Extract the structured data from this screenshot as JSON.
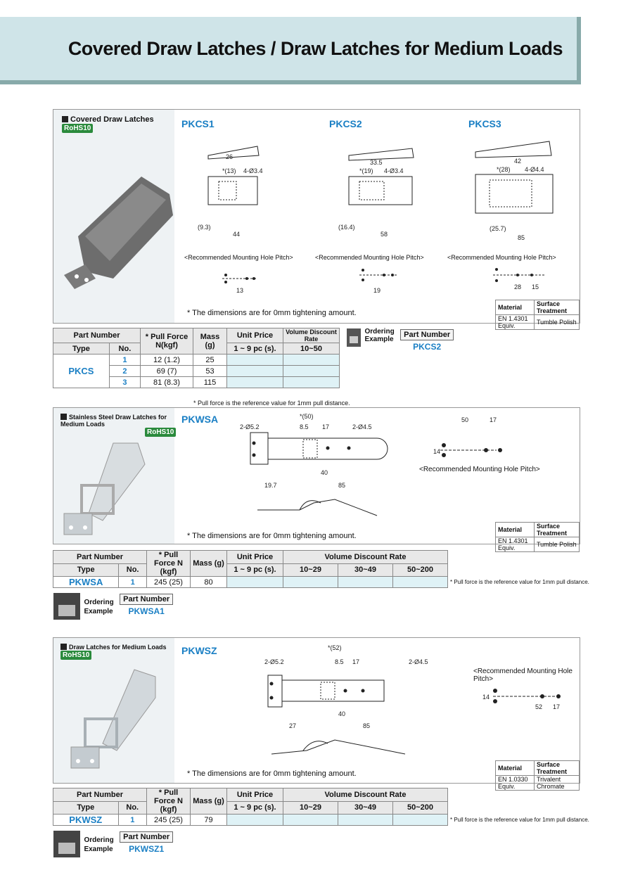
{
  "title": "Covered Draw Latches / Draw Latches for Medium Loads",
  "sections": {
    "pkcs": {
      "heading": "Covered Draw Latches",
      "rohs": "RoHS10",
      "models": [
        "PKCS1",
        "PKCS2",
        "PKCS3"
      ],
      "hole_pitch_label": "<Recommended Mounting Hole Pitch>",
      "note": "* The dimensions are for 0mm tightening amount.",
      "material_label": "Material",
      "surface_label": "Surface Treatment",
      "material_value": "EN 1.4301 Equiv.",
      "surface_value": "Tumble Polish",
      "table": {
        "h_part_number": "Part Number",
        "h_type": "Type",
        "h_no": "No.",
        "h_pull": "* Pull Force N(kgf)",
        "h_mass": "Mass (g)",
        "h_unit_price": "Unit Price",
        "h_qty": "1 ~ 9 pc (s).",
        "h_discount": "Volume Discount Rate",
        "h_range": "10~50",
        "type": "PKCS",
        "rows": [
          {
            "no": "1",
            "pull": "12 (1.2)",
            "mass": "25"
          },
          {
            "no": "2",
            "pull": "69 (7)",
            "mass": "53"
          },
          {
            "no": "3",
            "pull": "81 (8.3)",
            "mass": "115"
          }
        ],
        "footnote": "* Pull force is the reference value for 1mm pull distance."
      },
      "ordering": {
        "label1": "Ordering",
        "label2": "Example",
        "pn_label": "Part Number",
        "pn": "PKCS2"
      }
    },
    "pkwsa": {
      "heading": "Stainless Steel Draw Latches for Medium Loads",
      "rohs": "RoHS10",
      "model": "PKWSA",
      "hole_pitch_label": "<Recommended Mounting Hole Pitch>",
      "note": "* The dimensions are for 0mm tightening amount.",
      "material_label": "Material",
      "surface_label": "Surface Treatment",
      "material_value": "EN 1.4301 Equiv.",
      "surface_value": "Tumble Polish",
      "table": {
        "h_part_number": "Part Number",
        "h_type": "Type",
        "h_no": "No.",
        "h_pull": "* Pull Force N (kgf)",
        "h_mass": "Mass (g)",
        "h_unit_price": "Unit Price",
        "h_qty": "1 ~ 9 pc (s).",
        "h_discount": "Volume Discount Rate",
        "h_ranges": [
          "10~29",
          "30~49",
          "50~200"
        ],
        "type": "PKWSA",
        "no": "1",
        "pull": "245 (25)",
        "mass": "80",
        "footnote": "* Pull force is the reference value for 1mm pull distance."
      },
      "ordering": {
        "label1": "Ordering",
        "label2": "Example",
        "pn_label": "Part Number",
        "pn": "PKWSA1"
      }
    },
    "pkwsz": {
      "heading": "Draw Latches for Medium Loads",
      "rohs": "RoHS10",
      "model": "PKWSZ",
      "hole_pitch_label": "<Recommended Mounting Hole Pitch>",
      "note": "* The dimensions are for 0mm tightening amount.",
      "material_label": "Material",
      "surface_label": "Surface Treatment",
      "material_value": "EN 1.0330 Equiv.",
      "surface_value": "Trivalent Chromate",
      "table": {
        "h_part_number": "Part Number",
        "h_type": "Type",
        "h_no": "No.",
        "h_pull": "* Pull Force N (kgf)",
        "h_mass": "Mass (g)",
        "h_unit_price": "Unit Price",
        "h_qty": "1 ~ 9 pc (s).",
        "h_discount": "Volume Discount Rate",
        "h_ranges": [
          "10~29",
          "30~49",
          "50~200"
        ],
        "type": "PKWSZ",
        "no": "1",
        "pull": "245 (25)",
        "mass": "79",
        "footnote": "* Pull force is the reference value for 1mm pull distance."
      },
      "ordering": {
        "label1": "Ordering",
        "label2": "Example",
        "pn_label": "Part Number",
        "pn": "PKWSZ1"
      }
    }
  }
}
